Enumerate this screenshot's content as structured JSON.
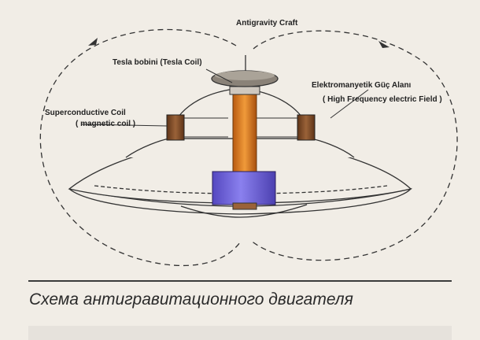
{
  "diagram": {
    "labels": {
      "title": "Antigravity Craft",
      "tesla_coil": "Tesla bobini (Tesla Coil)",
      "superconductive_coil": "Superconductive Coil",
      "magnetic_coil": "( magnetic coil )",
      "em_field_tr": "Elektromanyetik Güç Alanı",
      "em_field_en": "( High Frequency electric Field )"
    },
    "colors": {
      "background": "#f1ede6",
      "line": "#333333",
      "tesla_rod": "#d9761c",
      "coil_brown": "#7a4a2a",
      "base_block": "#6b5fd6",
      "cap": "#8a8278"
    }
  },
  "caption": "Схема антигравитационного двигателя"
}
